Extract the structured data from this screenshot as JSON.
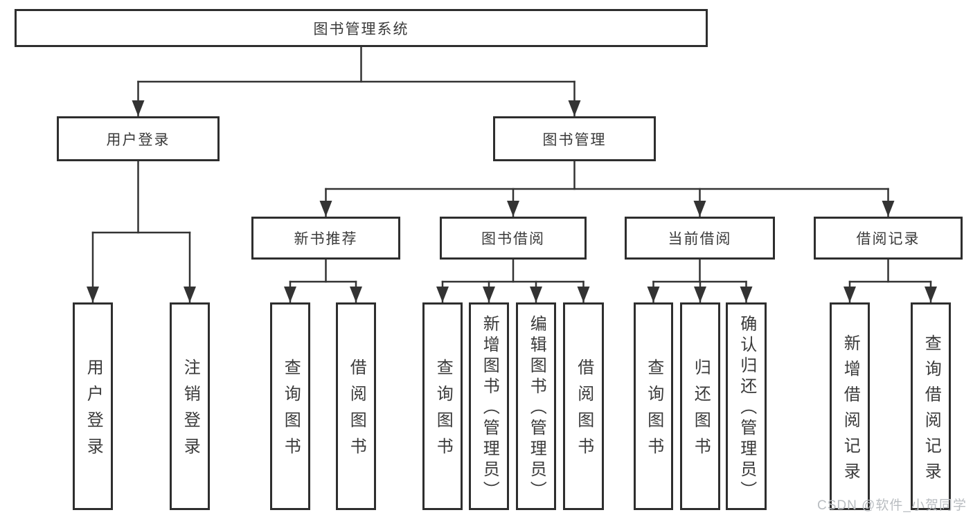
{
  "diagram": {
    "root": "图书管理系统",
    "level2": {
      "user_login": "用户登录",
      "book_management": "图书管理"
    },
    "level3": {
      "new_book_recommendation": "新书推荐",
      "book_borrowing": "图书借阅",
      "current_borrowing": "当前借阅",
      "borrowing_records": "借阅记录"
    },
    "leaves": {
      "user_login": "用户登录",
      "logout": "注销登录",
      "rec_query_books": "查询图书",
      "rec_borrow_books": "借阅图书",
      "bor_query_books": "查询图书",
      "bor_add_books_admin": "新增图书（管理员）",
      "bor_edit_books_admin": "编辑图书（管理员）",
      "bor_borrow_books": "借阅图书",
      "cur_query_books": "查询图书",
      "cur_return_books": "归还图书",
      "cur_confirm_return_admin": "确认归还（管理员）",
      "hist_add_record": "新增借阅记录",
      "hist_query_record": "查询借阅记录"
    }
  },
  "watermark": {
    "text": "CSDN @软件_小贺同学"
  },
  "colors": {
    "line": "#333333",
    "box_border": "#2e2e2e",
    "text": "#3a3a3a",
    "watermark": "#b9bdc1",
    "background": "#ffffff"
  }
}
